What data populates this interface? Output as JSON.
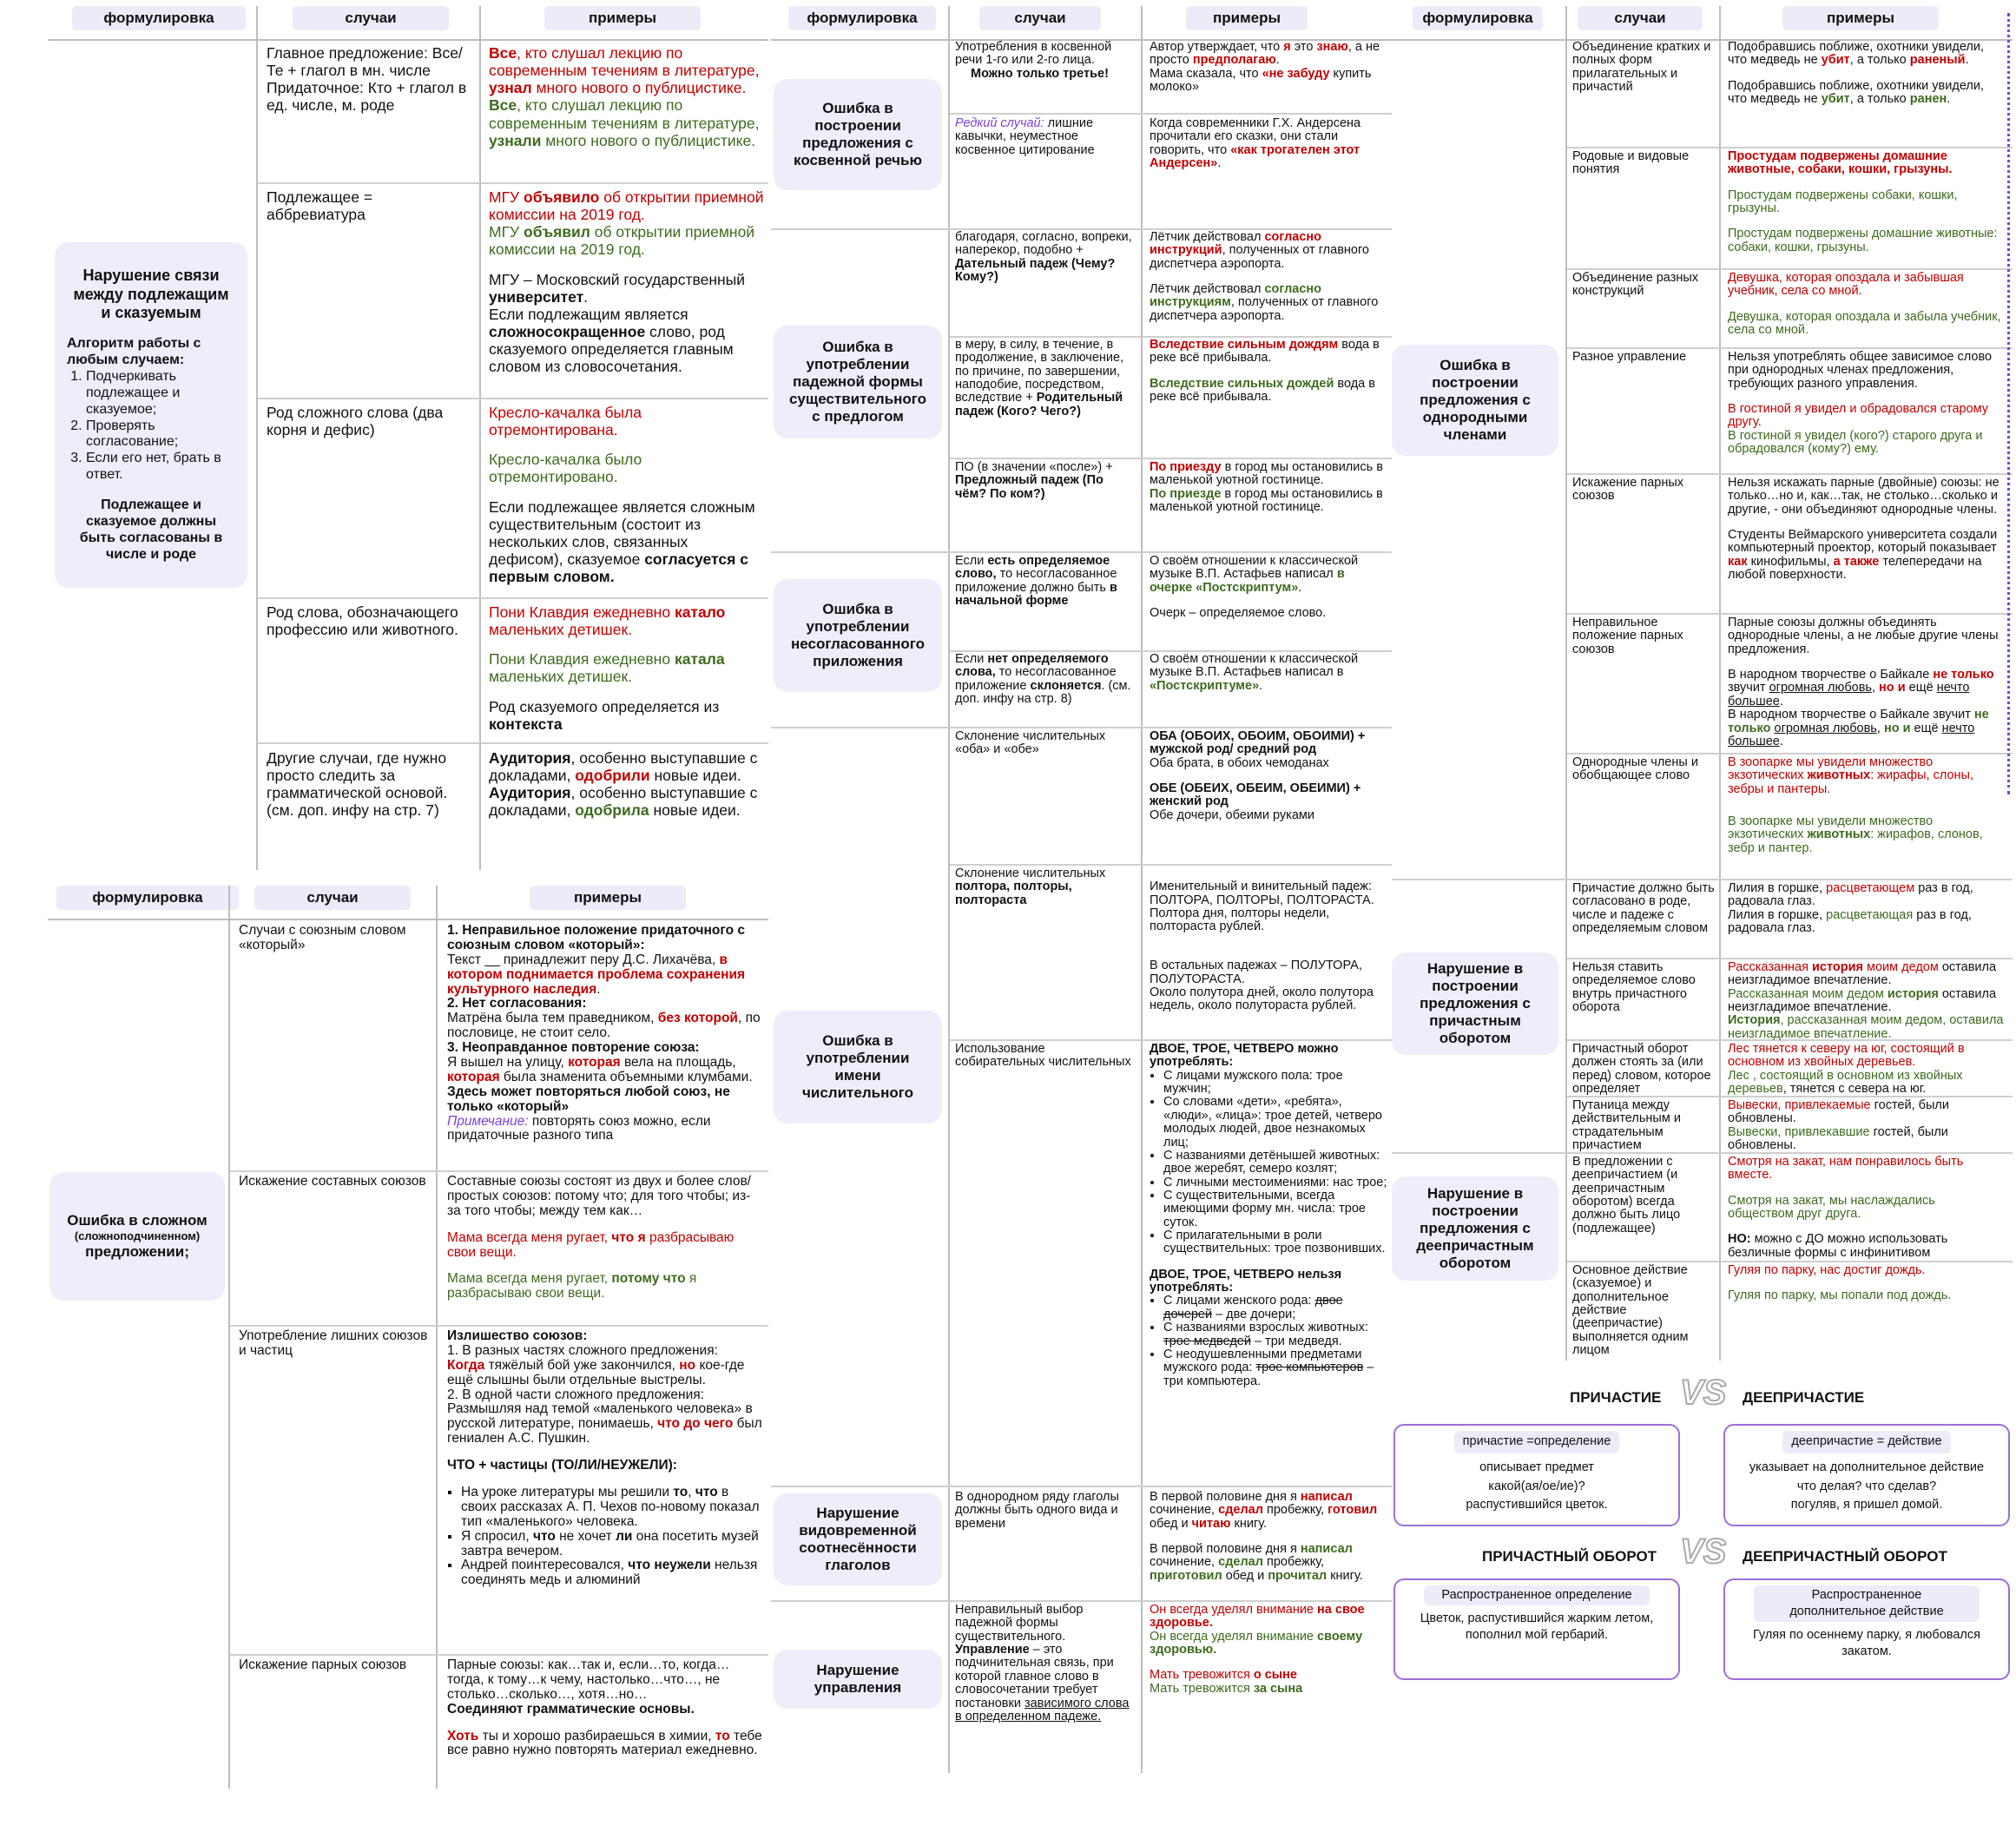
{
  "headers": {
    "f": "формулировка",
    "c": "случаи",
    "e": "примеры"
  },
  "t1": {
    "title": "Нарушение связи между подлежащим и сказуемым",
    "alg_title": "Алгоритм работы с любым случаем:",
    "alg": [
      "Подчеркивать подлежащее и сказуемое;",
      "Проверять согласование;",
      "Если его нет, брать в ответ."
    ],
    "alg_end": "Подлежащее и сказуемое должны быть согласованы в числе и роде",
    "c1": "Главное предложение: Все/Те + глагол в мн. числе\nПридаточное: Кто + глагол в ед. числе, м. роде",
    "c2": "Подлежащее = аббревиатура",
    "c3": "Род сложного слова (два корня и дефис)",
    "c4": "Род слова, обозначающего профессию или животного.",
    "c5": "Другие случаи, где нужно просто следить за грамматической основой. (см. доп. инфу на стр. 7)",
    "e1a": "Все",
    "e1b": ", кто слушал лекцию по современным течениям в литературе, ",
    "e1c": "узнал",
    "e1d": " много нового о публицистике.",
    "e1e": "Все",
    "e1f": ", кто слушал лекцию по современным течениям в литературе, ",
    "e1g": "узнали",
    "e1h": " много нового о публицистике.",
    "e2a": "МГУ ",
    "e2b": "объявило",
    "e2c": " об открытии приемной комиссии на 2019 год.",
    "e2d": "МГУ ",
    "e2e": "объявил",
    "e2f": " об открытии приемной комиссии на 2019 год.",
    "e2g": "МГУ – Московский государственный ",
    "e2h": "университет",
    "e2i": ".\nЕсли подлежащим является ",
    "e2j": "сложносокращенное",
    "e2k": " слово, род сказуемого определяется главным словом из словосочетания.",
    "e3a": "Кресло-качалка была отремонтирована.",
    "e3b": "Кресло-качалка было отремонтировано.",
    "e3c": "Если подлежащее является сложным существительным (состоит из нескольких слов, связанных дефисом), сказуемое ",
    "e3d": "согласуется с первым словом.",
    "e4a": "Пони Клавдия ежедневно ",
    "e4b": "катало",
    "e4c": " маленьких детишек.",
    "e4d": "Пони Клавдия ежедневно ",
    "e4e": "катала",
    "e4f": " маленьких детишек.",
    "e4g": "Род сказуемого определяется из ",
    "e4h": "контекста",
    "e5a": "Аудитория",
    "e5b": ", особенно выступавшие с докладами, ",
    "e5c": "одобрили",
    "e5d": " новые идеи.",
    "e5e": "Аудитория",
    "e5f": ", особенно выступавшие с докладами, ",
    "e5g": "одобрила",
    "e5h": " новые идеи."
  },
  "t2": {
    "title1": "Ошибка в сложном",
    "title2": "(сложноподчиненном)",
    "title3": "предложении;",
    "c1": "Случаи с союзным словом «который»",
    "c2": "Искажение составных союзов",
    "c3": "Употребление лишних союзов и частиц",
    "c4": "Искажение парных союзов",
    "e1a": "1. Неправильное положение придаточного с союзным словом «который»:",
    "e1b": "Текст __ принадлежит перу Д.С. Лихачёва, ",
    "e1c": "в котором поднимается проблема сохранения культурного наследия",
    "e1d": ".",
    "e1e": "2. Нет согласования:",
    "e1f": "Матрёна была тем праведником, ",
    "e1g": "без которой",
    "e1h": ", по пословице, не стоит село.",
    "e1i": "3. Неоправданное повторение союза:",
    "e1j": "Я вышел на улицу, ",
    "e1k": "которая",
    "e1l": " вела на площадь, ",
    "e1m": "которая",
    "e1n": " была знаменита объемными клумбами.",
    "e1o": "Здесь может повторяться любой союз, не только «который»",
    "e1p": "Примечание:",
    "e1q": " повторять союз можно, если придаточные разного типа",
    "e2a": "Составные союзы состоят из двух и более слов/простых союзов: потому что; для того чтобы; из-за того чтобы; между тем как…",
    "e2b": "Мама всегда меня ругает, ",
    "e2c": "что я",
    "e2d": " разбрасываю свои вещи.",
    "e2e": "Мама всегда меня ругает, ",
    "e2f": "потому что",
    "e2g": " я разбрасываю свои вещи.",
    "e3a": "Излишество союзов:",
    "e3b": "1. В разных частях сложного предложения:",
    "e3c": "Когда",
    "e3d": " тяжёлый бой уже закончился, ",
    "e3e": "но",
    "e3f": " кое-где ещё слышны были отдельные выстрелы.",
    "e3g": "2. В одной части сложного предложения:",
    "e3h": "Размышляя над темой «маленького человека» в русской литературе, понимаешь, ",
    "e3i": "что до чего",
    "e3j": " был гениален А.С. Пушкин.",
    "e3k": "ЧТО + частицы (ТО/ЛИ/НЕУЖЕЛИ):",
    "e3l": [
      "На уроке литературы мы решили |то|, |что| в своих рассказах А. П. Чехов по-новому показал тип «маленького» человека.",
      "Я спросил, |что| не хочет |ли| она посетить музей завтра вечером.",
      "Андрей поинтересовался, |что| |неужели| нельзя соединять медь и алюминий"
    ],
    "e4a": "Парные союзы: как…так и, если…то, когда…тогда, к тому…к чему, настолько…что…, не столько…сколько…, хотя…но…",
    "e4b": "Соединяют грамматические основы.",
    "e4c": "Хоть",
    "e4d": " ты и хорошо разбираешься в химии, ",
    "e4e": "то",
    "e4f": " тебе все равно нужно повторять материал ежедневно."
  },
  "t3": {
    "p1": "Ошибка в построении предложения с косвенной речью",
    "p2": "Ошибка в употреблении падежной формы существительного с предлогом",
    "p3": "Ошибка в употреблении несогласованного приложения",
    "p4": "Ошибка в употреблении имени числительного",
    "p5": "Нарушение видовременной соотнесённости глаголов",
    "p6": "Нарушение управления",
    "c1a": "Употребления в косвенной речи 1-го или 2-го лица.",
    "c1b": "Можно только третье!",
    "c2a": "Редкий случай:",
    "c2b": " лишние кавычки, неуместное косвенное цитирование",
    "c3a": "благодаря, согласно, вопреки, наперекор, подобно + ",
    "c3b": "Дательный падеж (Чему? Кому?)",
    "c4a": "в меру, в силу, в течение, в продолжение, в заключение, по причине, по завершении, наподобие, посредством, вследствие + ",
    "c4b": "Родительный падеж (Кого? Чего?)",
    "c5a": "ПО (в значении «после») + ",
    "c5b": "Предложный падеж (По чём? По ком?)",
    "c6a": "Если ",
    "c6b": "есть определяемое слово,",
    "c6c": " то несогласованное приложение должно быть ",
    "c6d": "в начальной форме",
    "c7a": "Если ",
    "c7b": "нет определяемого слова,",
    "c7c": " то несогласованное приложение ",
    "c7d": "склоняется",
    "c7e": ". (см. доп. инфу на стр. 8)",
    "c8": "Склонение числительных «оба» и «обе»",
    "c9a": "Склонение числительных ",
    "c9b": "полтора, полторы, полтораста",
    "c10": "Использование собирательных числительных",
    "c11": "В однородном ряду глаголы должны быть одного вида и времени",
    "c12a": "Неправильный выбор падежной формы существительного.",
    "c12b": "Управление",
    "c12c": " – это подчинительная связь, при которой главное слово в словосочетании требует постановки ",
    "c12d": "зависимого слова в определенном падеже.",
    "e1a": "Автор утверждает, что ",
    "e1b": "я",
    "e1c": " это ",
    "e1d": "знаю",
    "e1e": ", а не просто ",
    "e1f": "предполагаю",
    "e1g": ".\nМама сказала, что ",
    "e1h": "«не забуду",
    "e1i": " купить молоко»",
    "e2a": "Когда современники Г.Х. Андерсена прочитали его сказки, они стали говорить, что ",
    "e2b": "«как трогателен этот Андерсен»",
    "e2c": ".",
    "e3a": "Лётчик действовал ",
    "e3b": "согласно инструкций",
    "e3c": ", полученных от главного диспетчера аэропорта.",
    "e3d": "Лётчик действовал ",
    "e3e": "согласно инструкциям",
    "e3f": ", полученных от главного диспетчера аэропорта.",
    "e4a": "Вследствие сильным дождям",
    "e4b": " вода в реке всё прибывала.",
    "e4c": "Вследствие сильных дождей",
    "e4d": " вода в реке всё прибывала.",
    "e5a": "По приезду",
    "e5b": " в город мы остановились в маленькой уютной гостинице.",
    "e5c": "По приезде",
    "e5d": " в город мы остановились в маленькой уютной гостинице.",
    "e6a": "О своём отношении к классической музыке В.П. Астафьев написал ",
    "e6b": "в очерке «Постскриптум»",
    "e6c": ".",
    "e6d": "Очерк – определяемое слово.",
    "e7a": "О своём отношении к классической музыке В.П. Астафьев написал в ",
    "e7b": "«Постскриптуме»",
    "e7c": ".",
    "e8a": "ОБА (ОБОИХ, ОБОИМ, ОБОИМИ) +",
    "e8b": "мужской род/ средний род",
    "e8c": "Оба брата, в обоих чемоданах",
    "e8d": "ОБЕ (ОБЕИХ, ОБЕИМ, ОБЕИМИ) +",
    "e8e": "женский род",
    "e8f": "Обе дочери, обеими руками",
    "e9a": "Именительный и винительный падеж:\nПОЛТОРА, ПОЛТОРЫ, ПОЛТОРАСТА.\nПолтора дня, полторы недели, полтораста рублей.",
    "e9b": "В остальных падежах – ПОЛУТОРА, ПОЛУТОРАСТА.\nОколо полутора дней, около полутора недель, около полутораста рублей.",
    "e10a": "ДВОЕ, ТРОЕ, ЧЕТВЕРО можно употреблять:",
    "e10b": [
      "С лицами мужского пола: трое мужчин;",
      "Со словами «дети», «ребята», «люди», «лица»: трое детей, четверо молодых людей, двое незнакомых лиц;",
      "С названиями детёнышей животных: двое жеребят, семеро козлят;",
      "С личными местоимениями: нас трое;",
      "С существительными, всегда имеющими форму мн. числа: трое суток.",
      "С прилагательными в роли существительных: трое позвонивших."
    ],
    "e10c": "ДВОЕ, ТРОЕ, ЧЕТВЕРО нельзя употреблять:",
    "e10d1": "С лицами женского рода: ",
    "e10d2": "двое дочерей",
    "e10d3": " – две дочери;",
    "e10e1": "С названиями взрослых животных: ",
    "e10e2": "трое медведей",
    "e10e3": " – три медведя.",
    "e10f1": "С неодушевленными предметами мужского рода: ",
    "e10f2": "трое компьютеров",
    "e10f3": " – три компьютера.",
    "e11a": "В первой половине дня я ",
    "e11b": "написал",
    "e11c": " сочинение, ",
    "e11d": "сделал",
    "e11e": " пробежку, ",
    "e11f": "готовил",
    "e11g": " обед и ",
    "e11h": "читаю",
    "e11i": " книгу.",
    "e11j": "В первой половине дня я ",
    "e11k": "написал",
    "e11l": " сочинение, ",
    "e11m": "сделал",
    "e11n": " пробежку, ",
    "e11o": "приготовил",
    "e11p": " обед и ",
    "e11q": "прочитал",
    "e11r": " книгу.",
    "e12a": "Он всегда уделял внимание ",
    "e12b": "на свое здоровье.",
    "e12c": "Он всегда уделял внимание ",
    "e12d": "своему здоровью.",
    "e12e": "Мать тревожится ",
    "e12f": "о сыне",
    "e12g": "Мать тревожится ",
    "e12h": "за сына"
  },
  "t4": {
    "p1": "Ошибка в построении предложения с однородными членами",
    "p2": "Нарушение в построении предложения с причастным оборотом",
    "p3": "Нарушение в построении предложения с деепричастным оборотом",
    "c1": "Объединение кратких и полных форм прилагательных и причастий",
    "c2": "Родовые и видовые понятия",
    "c3": "Объединение разных конструкций",
    "c4": "Разное управление",
    "c5": "Искажение парных союзов",
    "c6": "Неправильное положение парных союзов",
    "c7": "Однородные члены и обобщающее слово",
    "c8": "Причастие должно быть согласовано в роде, числе и падеже с определяемым словом",
    "c9": "Нельзя ставить определяемое слово внутрь причастного оборота",
    "c10": "Причастный оборот должен стоять за (или перед) словом, которое определяет",
    "c11": "Путаница между действительным и страдательным причастием",
    "c12": "В предложении с деепричастием (и деепричастным оборотом) всегда должно быть лицо (подлежащее)",
    "c13": "Основное действие (сказуемое) и дополнительное действие (деепричастие) выполняется одним лицом",
    "e1a": "Подобравшись поближе, охотники увидели, что медведь не ",
    "e1b": "убит",
    "e1c": ", а только ",
    "e1d": "раненый",
    "e1e": ".",
    "e1f": "Подобравшись поближе, охотники увидели, что медведь не ",
    "e1g": "убит",
    "e1h": ", а только ",
    "e1i": "ранен",
    "e1j": ".",
    "e2a": "Простудам подвержены домашние животные, собаки, кошки, грызуны.",
    "e2b": "Простудам подвержены собаки, кошки, грызуны.",
    "e2c": "Простудам подвержены домашние животные: собаки, кошки, грызуны.",
    "e3a": "Девушка, которая опоздала и забывшая учебник, села со мной.",
    "e3b": "Девушка, которая опоздала и забыла учебник, села со мной.",
    "e4a": "Нельзя употреблять общее зависимое слово при однородных членах предложения, требующих разного управления.",
    "e4b": "В гостиной я увидел и обрадовался старому другу.",
    "e4c": "В гостиной я увидел (кого?) старого друга и обрадовался (кому?) ему.",
    "e5a": "Нельзя искажать парные (двойные) союзы: не только…но и, как…так, не столько…сколько и другие, - они объединяют однородные члены.",
    "e5b": "Студенты Веймарского университета создали компьютерный проектор, который показывает ",
    "e5c": "как",
    "e5d": " кинофильмы, ",
    "e5e": "а также",
    "e5f": " телепередачи на любой поверхности.",
    "e6a": "Парные союзы должны объединять однородные члены, а не любые другие члены предложения.",
    "e6b": "В народном творчестве о Байкале ",
    "e6c": "не только",
    "e6d": " звучит ",
    "e6e": "огромная любовь",
    "e6f": ", ",
    "e6g": "но и",
    "e6h": " ещё ",
    "e6i": "нечто большее",
    "e6j": ".",
    "e6k": "В народном творчестве о Байкале звучит ",
    "e6l": "не только",
    "e6m": " ",
    "e6n": "огромная любовь",
    "e6o": ", ",
    "e6p": "но и",
    "e6q": " ещё ",
    "e6r": "нечто большее",
    "e6s": ".",
    "e7a": "В зоопарке мы увидели множество экзотических ",
    "e7b": "животных",
    "e7c": ": жирафы, слоны, зебры и пантеры.",
    "e7d": "В зоопарке мы увидели множество экзотических ",
    "e7e": "животных",
    "e7f": ": жирафов, слонов, зебр и пантер.",
    "e8a": "Лилия в горшке, ",
    "e8b": "расцветающем",
    "e8c": " раз в год, радовала глаз.",
    "e8d": "Лилия в горшке, ",
    "e8e": "расцветающая",
    "e8f": " раз в год, радовала глаз.",
    "e9a": "Рассказанная ",
    "e9b": "история",
    "e9c": " моим дедом",
    "e9d": " оставила неизгладимое впечатление.",
    "e9e": "Рассказанная моим дедом ",
    "e9f": "история",
    "e9g": " оставила неизгладимое впечатление.",
    "e9h": "История",
    "e9i": ", рассказанная моим дедом, оставила неизгладимое впечатление.",
    "e10a": "Лес тянется к северу на юг, состоящий в основном из хвойных деревьев.",
    "e10b": "Лес , состоящий в основном из хвойных деревьев",
    "e10c": ", тянется с севера на юг.",
    "e11a": "Вывески, ",
    "e11b": "привлекаемые",
    "e11c": " гостей, были обновлены.",
    "e11d": "Вывески, ",
    "e11e": "привлекавшие",
    "e11f": " гостей, были обновлены.",
    "e12a": "Смотря на закат, нам понравилось быть вместе.",
    "e12b": "Смотря на закат, мы наслаждались обществом друг друга.",
    "e12c": "НО:",
    "e12d": " можно с ДО можно использовать безличные формы с инфинитивом",
    "e13a": "Гуляя по парку, нас достиг дождь.",
    "e13b": "Гуляя по парку, мы попали под дождь."
  },
  "cmp": {
    "t1": "ПРИЧАСТИЕ",
    "t2": "ДЕЕПРИЧАСТИЕ",
    "vs": "VS",
    "b1h": "причастие =определение",
    "b1a": "описывает предмет",
    "b1b": "какой(ая/ое/ие)?",
    "b1c": "распустившийся цветок.",
    "b2h": "деепричастие = действие",
    "b2a": "указывает на дополнительное действие",
    "b2b": "что делая? что сделав?",
    "b2c": "погуляв, я пришел домой.",
    "t3": "ПРИЧАСТНЫЙ ОБОРОТ",
    "t4": "ДЕЕПРИЧАСТНЫЙ ОБОРОТ",
    "b3h": "Распространенное определение",
    "b3a": "Цветок, распустившийся жарким летом, пополнил мой гербарий.",
    "b4h": "Распространенное дополнительное действие",
    "b4a": "Гуляя по осеннему парку, я любовался закатом."
  }
}
